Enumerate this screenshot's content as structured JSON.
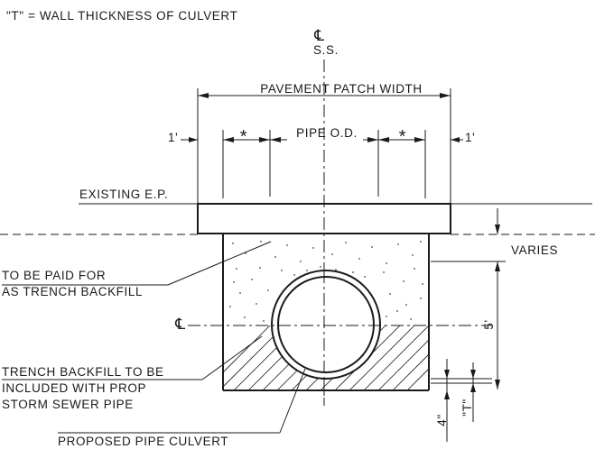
{
  "notes": {
    "wall_thickness_note": "\"T\" = WALL THICKNESS OF CULVERT"
  },
  "labels": {
    "centerline_symbol": "℄",
    "storm_sewer": "S.S.",
    "pavement_patch_width": "PAVEMENT PATCH WIDTH",
    "one_foot_left": "1'",
    "one_foot_right": "1'",
    "asterisk_left": "*",
    "asterisk_right": "*",
    "pipe_od": "PIPE O.D.",
    "existing_ep": "EXISTING E.P.",
    "varies": "VARIES",
    "paid_line1": "TO BE PAID FOR",
    "paid_line2": "AS TRENCH BACKFILL",
    "pipe_centerline_symbol": "℄",
    "five_feet": "5'",
    "backfill_line1": "TRENCH BACKFILL TO BE",
    "backfill_line2": "INCLUDED WITH PROP",
    "backfill_line3": "STORM SEWER PIPE",
    "four_inch": "4\"",
    "t_label": "\"T\"",
    "proposed_pipe": "PROPOSED PIPE CULVERT"
  }
}
